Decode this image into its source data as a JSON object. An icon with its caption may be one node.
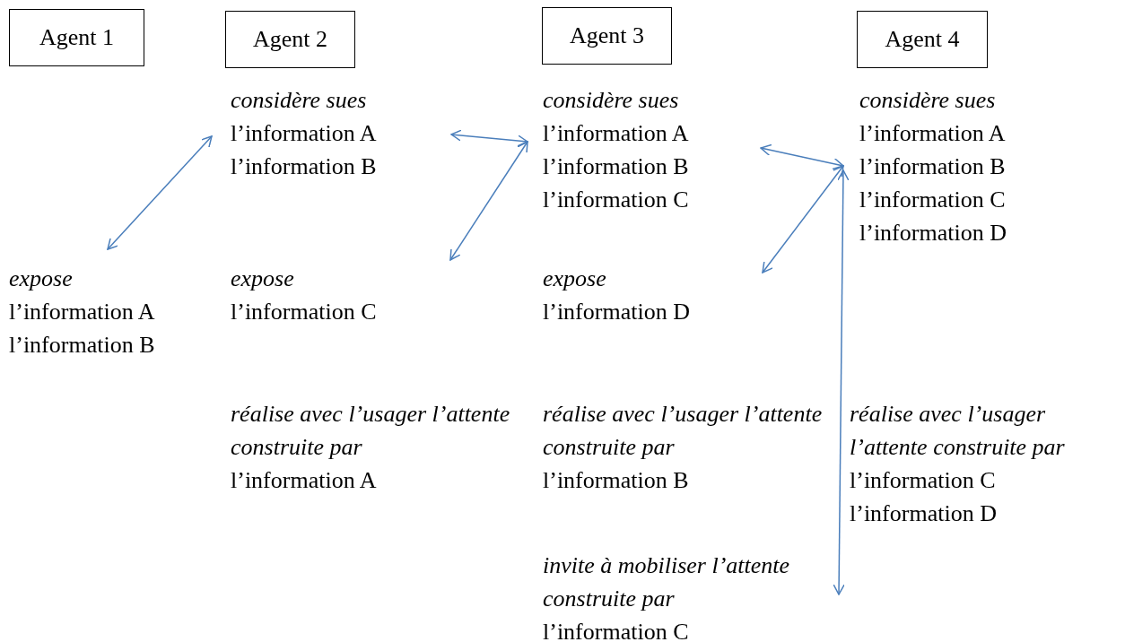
{
  "diagram": {
    "nodes": [
      {
        "text": [
          "Agent 1"
        ]
      },
      {
        "text": [
          "Agent 2"
        ]
      },
      {
        "text": [
          "Agent 3"
        ]
      },
      {
        "text": [
          "Agent 4"
        ]
      },
      {
        "text": [
          "expose",
          "l’information A l’information B"
        ]
      },
      {
        "text": [
          "considère sues",
          "l’information A l’information B"
        ]
      },
      {
        "text": [
          "expose",
          "l’information C"
        ]
      },
      {
        "text": [
          "réalise avec l’usager l’attente construite par",
          "l’information A"
        ]
      },
      {
        "text": [
          "considère sues",
          "l’information A l’information B l’information C"
        ]
      },
      {
        "text": [
          "expose",
          "l’information D"
        ]
      },
      {
        "text": [
          "réalise avec l’usager l’attente construite par",
          "l’information B"
        ]
      },
      {
        "text": [
          "invite à mobiliser l’attente construite par",
          "l’information C"
        ]
      },
      {
        "text": [
          "considère sues",
          "l’information A l’information B l’information C l’information D"
        ]
      },
      {
        "text": [
          "réalise avec l’usager l’attente construite par",
          "l’information C l’information D"
        ]
      }
    ],
    "edges": [
      {
        "from": 4,
        "to": 5,
        "arrow": "both"
      },
      {
        "from": 5,
        "to": 8,
        "arrow": "both"
      },
      {
        "from": 8,
        "to": 6,
        "arrow": "both"
      },
      {
        "from": 8,
        "to": 12,
        "arrow": "both"
      },
      {
        "from": 12,
        "to": 9,
        "arrow": "both"
      },
      {
        "from": 12,
        "to": 11,
        "arrow": "both"
      }
    ]
  }
}
